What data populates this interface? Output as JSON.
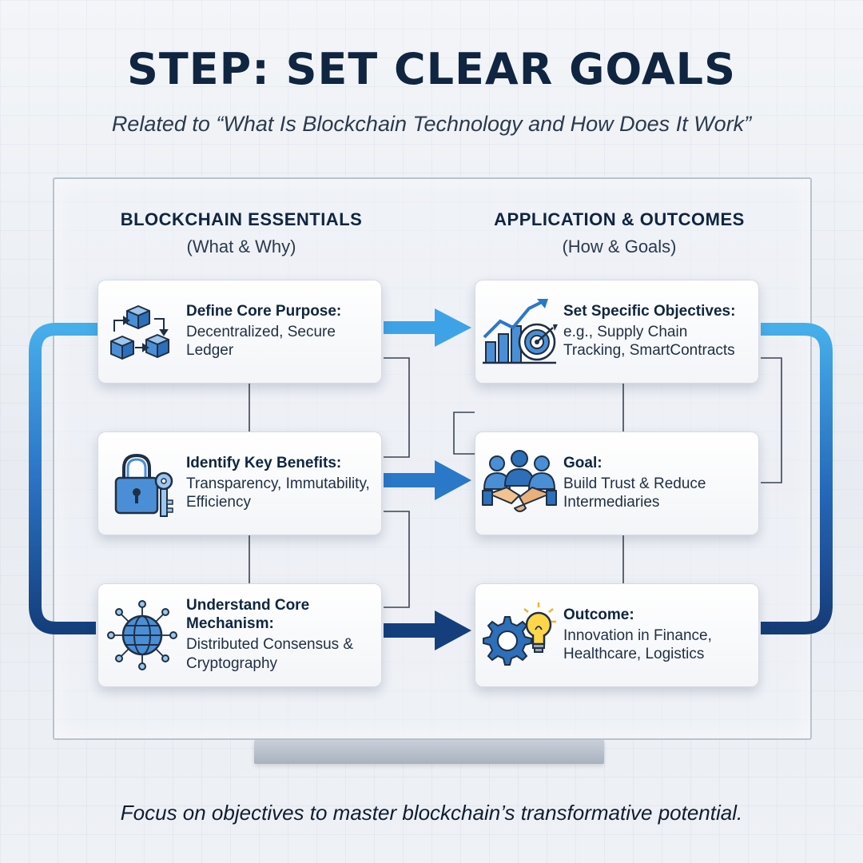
{
  "header": {
    "title": "STEP: SET CLEAR GOALS",
    "subtitle": "Related to “What Is Blockchain Technology and How Does It Work”"
  },
  "left_column": {
    "heading": "BLOCKCHAIN ESSENTIALS",
    "subheading": "(What & Why)",
    "cards": [
      {
        "title": "Define Core Purpose:",
        "body": "Decentralized, Secure Ledger",
        "icon": "blocks-icon"
      },
      {
        "title": "Identify Key Benefits:",
        "body": "Transparency, Immutability, Efficiency",
        "icon": "lock-key-icon"
      },
      {
        "title": "Understand Core Mechanism:",
        "body": "Distributed Consensus & Cryptography",
        "icon": "network-globe-icon"
      }
    ]
  },
  "right_column": {
    "heading": "APPLICATION & OUTCOMES",
    "subheading": "(How & Goals)",
    "cards": [
      {
        "title": "Set Specific Objectives:",
        "body": "e.g., Supply Chain Tracking, SmartContracts",
        "icon": "chart-target-icon"
      },
      {
        "title": "Goal:",
        "body": "Build Trust & Reduce Intermediaries",
        "icon": "handshake-team-icon"
      },
      {
        "title": "Outcome:",
        "body": "Innovation in Finance, Healthcare, Logistics",
        "icon": "gear-bulb-icon"
      }
    ]
  },
  "footer": {
    "text": "Focus on objectives to master blockchain’s transformative potential."
  },
  "colors": {
    "title": "#0f2540",
    "arrow_light": "#3ea3e6",
    "arrow_mid": "#2a78c8",
    "arrow_dark": "#143f7c",
    "icon_blue": "#4a8fd6"
  }
}
